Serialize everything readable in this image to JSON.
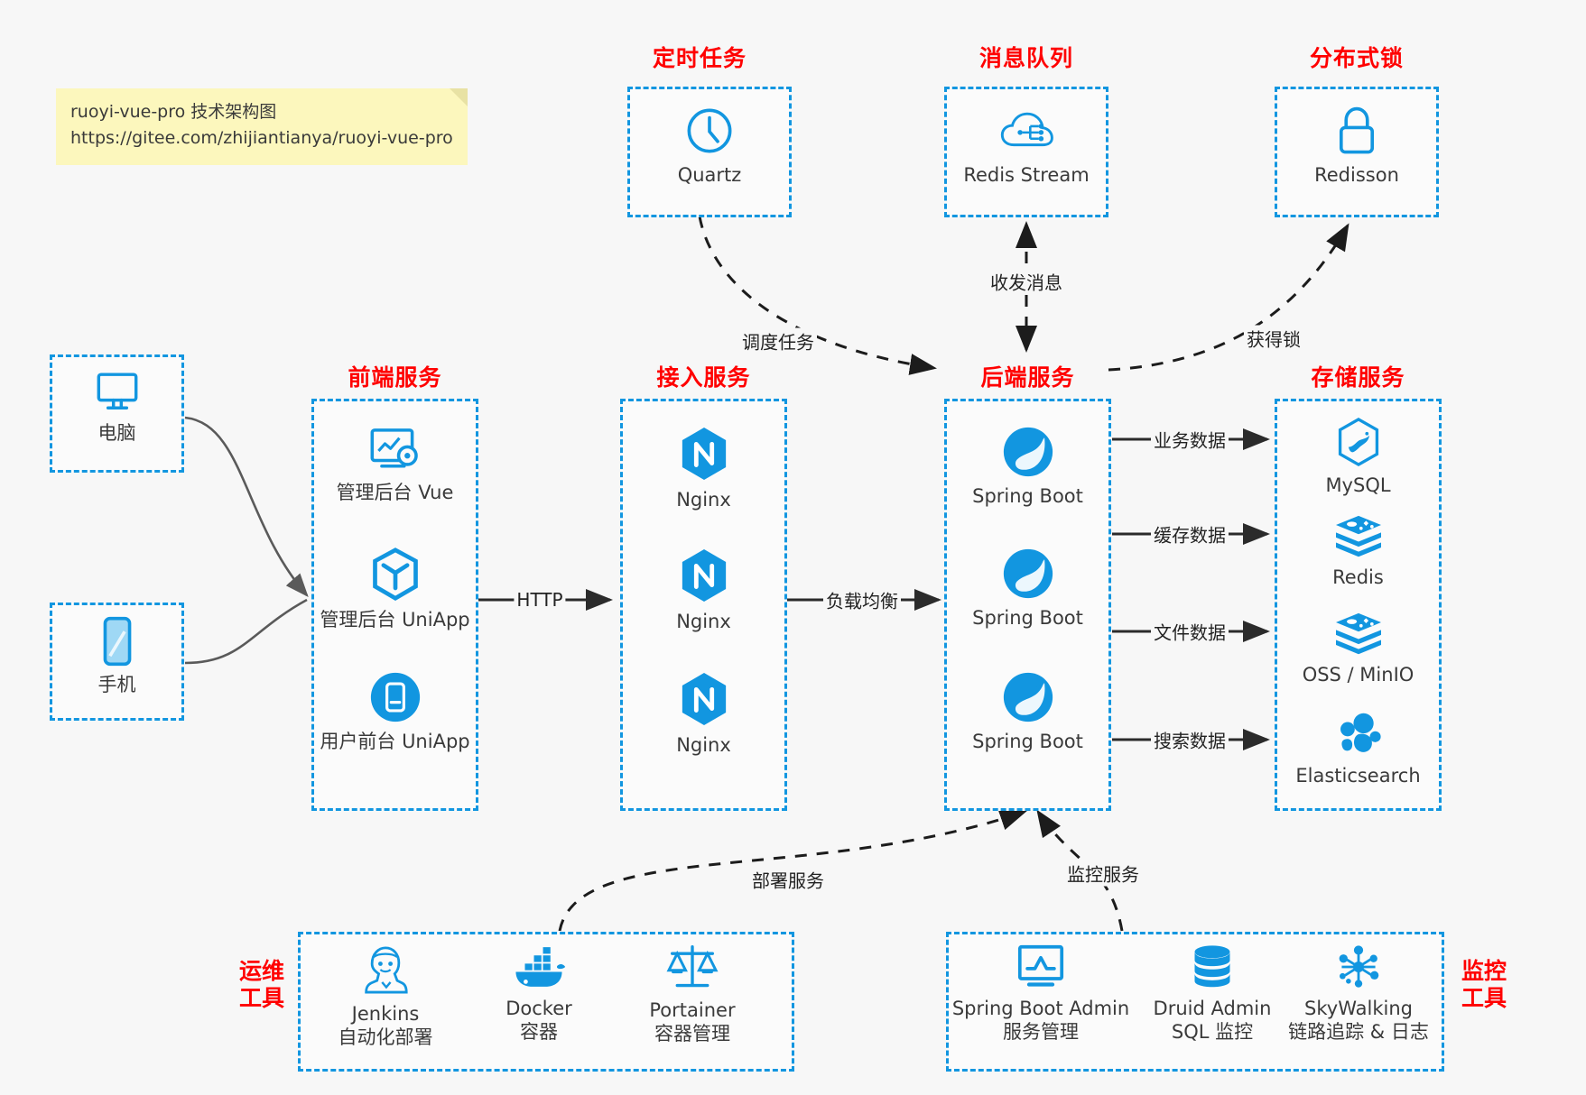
{
  "note": {
    "line1": "ruoyi-vue-pro 技术架构图",
    "line2": "https://gitee.com/zhijiantianya/ruoyi-vue-pro"
  },
  "groups": {
    "scheduler": {
      "title": "定时任务",
      "items": [
        {
          "label": "Quartz",
          "icon": "clock-icon"
        }
      ]
    },
    "mq": {
      "title": "消息队列",
      "items": [
        {
          "label": "Redis Stream",
          "icon": "cloud-stream-icon"
        }
      ]
    },
    "lock": {
      "title": "分布式锁",
      "items": [
        {
          "label": "Redisson",
          "icon": "lock-icon"
        }
      ]
    },
    "clients": {
      "items": [
        {
          "label": "电脑",
          "icon": "desktop-icon"
        },
        {
          "label": "手机",
          "icon": "mobile-icon"
        }
      ]
    },
    "frontend": {
      "title": "前端服务",
      "items": [
        {
          "label": "管理后台 Vue",
          "icon": "dashboard-icon"
        },
        {
          "label": "管理后台 UniApp",
          "icon": "hexagon-cube-icon"
        },
        {
          "label": "用户前台 UniApp",
          "icon": "mobile-round-icon"
        }
      ]
    },
    "gateway": {
      "title": "接入服务",
      "items": [
        {
          "label": "Nginx",
          "icon": "nginx-icon"
        },
        {
          "label": "Nginx",
          "icon": "nginx-icon"
        },
        {
          "label": "Nginx",
          "icon": "nginx-icon"
        }
      ]
    },
    "backend": {
      "title": "后端服务",
      "items": [
        {
          "label": "Spring Boot",
          "icon": "spring-boot-icon"
        },
        {
          "label": "Spring Boot",
          "icon": "spring-boot-icon"
        },
        {
          "label": "Spring Boot",
          "icon": "spring-boot-icon"
        }
      ]
    },
    "storage": {
      "title": "存储服务",
      "items": [
        {
          "label": "MySQL",
          "icon": "mysql-icon"
        },
        {
          "label": "Redis",
          "icon": "redis-icon"
        },
        {
          "label": "OSS / MinIO",
          "icon": "minio-icon"
        },
        {
          "label": "Elasticsearch",
          "icon": "elasticsearch-icon"
        }
      ]
    },
    "devops": {
      "title_line1": "运维",
      "title_line2": "工具",
      "items": [
        {
          "label": "Jenkins",
          "sub": "自动化部署",
          "icon": "jenkins-icon"
        },
        {
          "label": "Docker",
          "sub": "容器",
          "icon": "docker-icon"
        },
        {
          "label": "Portainer",
          "sub": "容器管理",
          "icon": "scales-icon"
        }
      ]
    },
    "monitor": {
      "title_line1": "监控",
      "title_line2": "工具",
      "items": [
        {
          "label": "Spring Boot Admin",
          "sub": "服务管理",
          "icon": "monitor-chart-icon"
        },
        {
          "label": "Druid Admin",
          "sub": "SQL 监控",
          "icon": "database-icon"
        },
        {
          "label": "SkyWalking",
          "sub": "链路追踪 & 日志",
          "icon": "skywalking-icon"
        }
      ]
    }
  },
  "edges": {
    "http": "HTTP",
    "load_balance": "负载均衡",
    "schedule_task": "调度任务",
    "send_receive_msg": "收发消息",
    "acquire_lock": "获得锁",
    "business_data": "业务数据",
    "cache_data": "缓存数据",
    "file_data": "文件数据",
    "search_data": "搜索数据",
    "deploy_service": "部署服务",
    "monitor_service": "监控服务"
  },
  "colors": {
    "accent": "#1296e0",
    "title": "#ff0000",
    "background": "#f7f7f7",
    "note": "#fcf7bd",
    "edge": "#222222"
  }
}
